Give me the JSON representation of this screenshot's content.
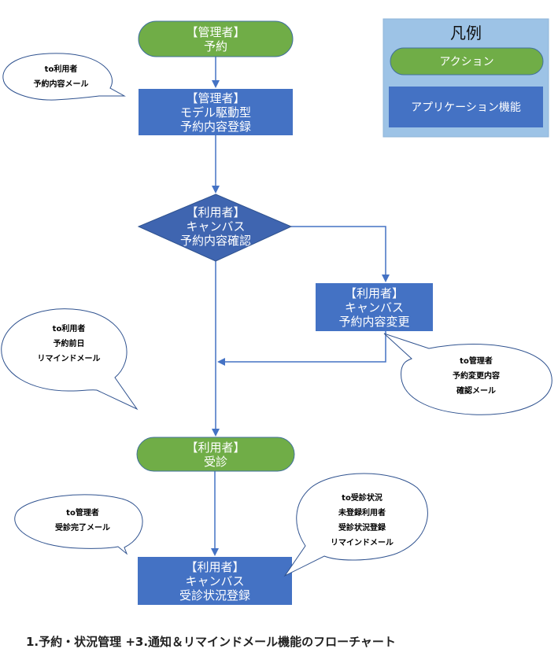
{
  "legend": {
    "title": "凡例",
    "action_label": "アクション",
    "app_label": "アプリケーション機能"
  },
  "nodes": {
    "admin_reserve": {
      "type": "action",
      "lines": [
        "【管理者】",
        "予約"
      ]
    },
    "admin_register": {
      "type": "app",
      "lines": [
        "【管理者】",
        "モデル駆動型",
        "予約内容登録"
      ]
    },
    "user_confirm": {
      "type": "decision",
      "lines": [
        "【利用者】",
        "キャンバス",
        "予約内容確認"
      ]
    },
    "user_change": {
      "type": "app",
      "lines": [
        "【利用者】",
        "キャンバス",
        "予約内容変更"
      ]
    },
    "user_visit": {
      "type": "action",
      "lines": [
        "【利用者】",
        "受診"
      ]
    },
    "user_status": {
      "type": "app",
      "lines": [
        "【利用者】",
        "キャンバス",
        "受診状況登録"
      ]
    }
  },
  "callouts": {
    "reserve_mail": {
      "lines": [
        "to利用者",
        "予約内容メール"
      ]
    },
    "reminder_mail": {
      "lines": [
        "to利用者",
        "予約前日",
        "リマインドメール"
      ]
    },
    "change_mail": {
      "lines": [
        "to管理者",
        "予約変更内容",
        "確認メール"
      ]
    },
    "visit_done_mail": {
      "lines": [
        "to管理者",
        "受診完了メール"
      ]
    },
    "status_reminder_mail": {
      "lines": [
        "to受診状況",
        "未登録利用者",
        "受診状況登録",
        "リマインドメール"
      ]
    }
  },
  "caption": "1.予約・状況管理 +3.通知＆リマインドメール機能のフローチャート",
  "colors": {
    "action": "#70AD47",
    "action_border": "#41719C",
    "app": "#4472C4",
    "decision": "#3F65B0",
    "connector": "#4472C4",
    "legend_bg": "#9DC3E6",
    "callout_border": "#2F528F"
  }
}
